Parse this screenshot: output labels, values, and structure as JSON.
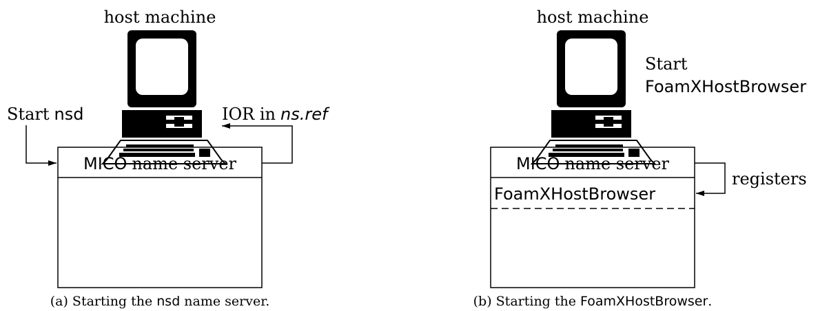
{
  "panel_a": {
    "heading": "host machine",
    "start_word": "Start",
    "start_cmd": "nsd",
    "ior_word": "IOR in",
    "ior_file": "ns.ref",
    "server_sans": "MICO",
    "server_serif": "name server",
    "caption_prefix": "(a) Starting the",
    "caption_cmd": "nsd",
    "caption_suffix": "name server."
  },
  "panel_b": {
    "heading": "host machine",
    "start_word": "Start",
    "start_cmd": "FoamXHostBrowser",
    "server_sans": "MICO",
    "server_serif": "name server",
    "entry": "FoamXHostBrowser",
    "registers": "registers",
    "caption_prefix": "(b) Starting the",
    "caption_cmd": "FoamXHostBrowser",
    "caption_suffix": "."
  }
}
